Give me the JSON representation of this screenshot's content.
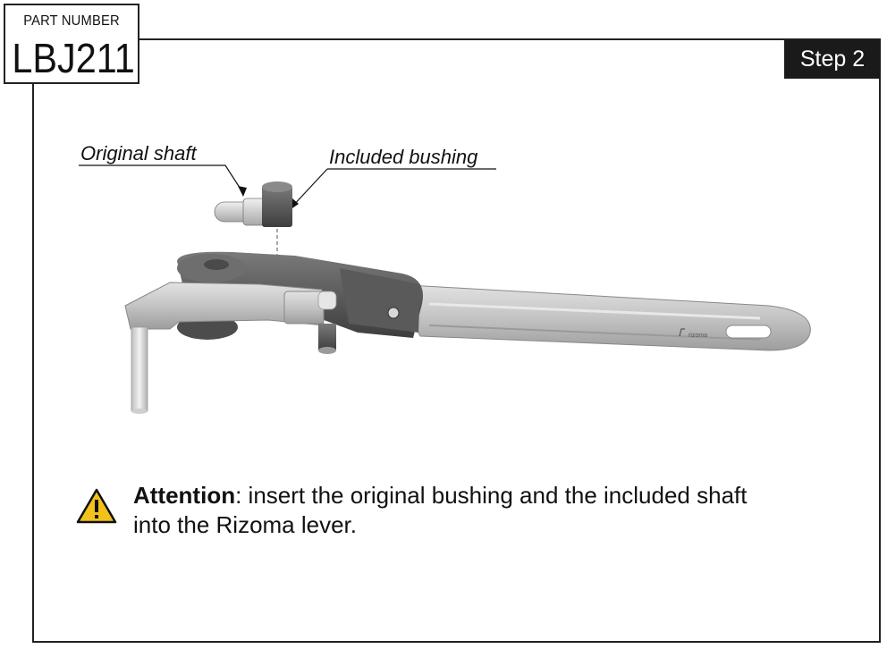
{
  "header": {
    "part_label": "PART NUMBER",
    "part_number": "LBJ211",
    "step_label": "Step 2"
  },
  "callouts": {
    "shaft": "Original shaft",
    "bushing": "Included bushing"
  },
  "lever": {
    "brand_mark": "rizoma"
  },
  "attention": {
    "title": "Attention",
    "line1": ": insert the original bushing and the included shaft",
    "line2": "into the Rizoma lever."
  },
  "colors": {
    "warning_fill": "#f2c21b",
    "step_bg": "#1a1a1a",
    "lever_light": "#c9c9c9",
    "lever_dark": "#5f5f5f"
  },
  "icons": {
    "warning": "warning-triangle-icon"
  }
}
